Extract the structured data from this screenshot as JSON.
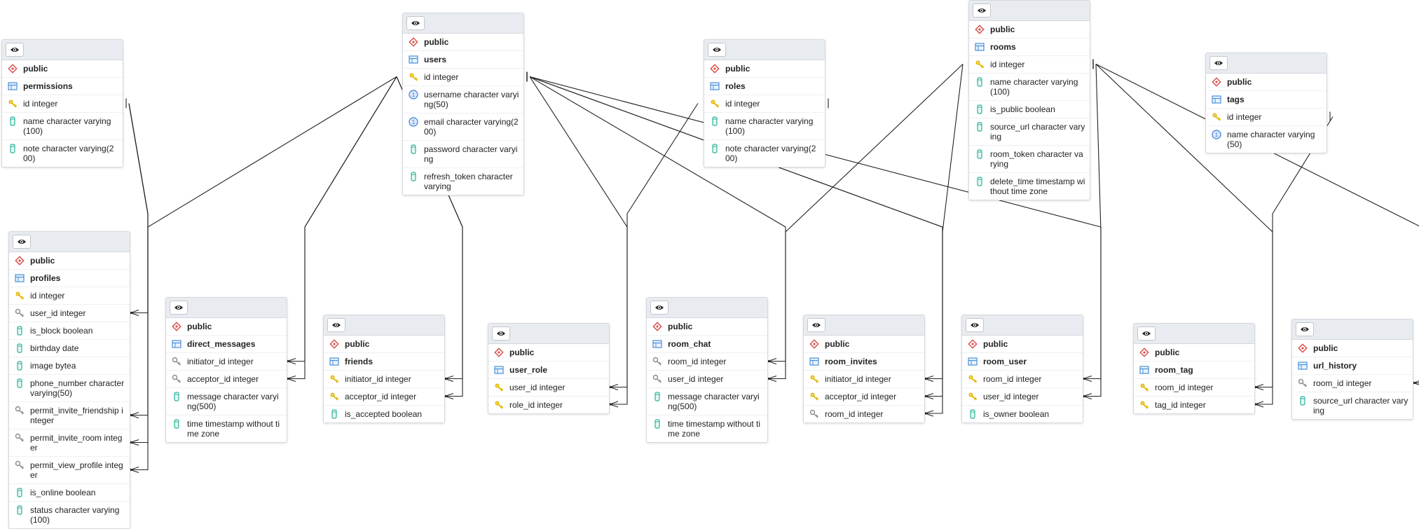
{
  "tables": [
    {
      "id": "permissions",
      "schema": "public",
      "name": "permissions",
      "columns": [
        {
          "label": "id integer",
          "icon": "primary-key-icon"
        },
        {
          "label": "name character varying(100)",
          "icon": "column-icon"
        },
        {
          "label": "note character varying(200)",
          "icon": "column-icon"
        }
      ]
    },
    {
      "id": "users",
      "schema": "public",
      "name": "users",
      "columns": [
        {
          "label": "id integer",
          "icon": "primary-key-icon"
        },
        {
          "label": "username character varying(50)",
          "icon": "unique-key-icon"
        },
        {
          "label": "email character varying(200)",
          "icon": "unique-key-icon"
        },
        {
          "label": "password character varying",
          "icon": "column-icon"
        },
        {
          "label": "refresh_token character varying",
          "icon": "column-icon"
        }
      ]
    },
    {
      "id": "roles",
      "schema": "public",
      "name": "roles",
      "columns": [
        {
          "label": "id integer",
          "icon": "primary-key-icon"
        },
        {
          "label": "name character varying(100)",
          "icon": "column-icon"
        },
        {
          "label": "note character varying(200)",
          "icon": "column-icon"
        }
      ]
    },
    {
      "id": "rooms",
      "schema": "public",
      "name": "rooms",
      "columns": [
        {
          "label": "id integer",
          "icon": "primary-key-icon"
        },
        {
          "label": "name character varying(100)",
          "icon": "column-icon"
        },
        {
          "label": "is_public boolean",
          "icon": "column-icon"
        },
        {
          "label": "source_url character varying",
          "icon": "column-icon"
        },
        {
          "label": "room_token character varying",
          "icon": "column-icon"
        },
        {
          "label": "delete_time timestamp without time zone",
          "icon": "column-icon"
        }
      ]
    },
    {
      "id": "tags",
      "schema": "public",
      "name": "tags",
      "columns": [
        {
          "label": "id integer",
          "icon": "primary-key-icon"
        },
        {
          "label": "name character varying(50)",
          "icon": "unique-key-icon"
        }
      ]
    },
    {
      "id": "profiles",
      "schema": "public",
      "name": "profiles",
      "columns": [
        {
          "label": "id integer",
          "icon": "primary-key-icon"
        },
        {
          "label": "user_id integer",
          "icon": "foreign-key-icon"
        },
        {
          "label": "is_block boolean",
          "icon": "column-icon"
        },
        {
          "label": "birthday date",
          "icon": "column-icon"
        },
        {
          "label": "image bytea",
          "icon": "column-icon"
        },
        {
          "label": "phone_number character varying(50)",
          "icon": "column-icon"
        },
        {
          "label": "permit_invite_friendship integer",
          "icon": "foreign-key-icon"
        },
        {
          "label": "permit_invite_room integer",
          "icon": "foreign-key-icon"
        },
        {
          "label": "permit_view_profile integer",
          "icon": "foreign-key-icon"
        },
        {
          "label": "is_online boolean",
          "icon": "column-icon"
        },
        {
          "label": "status character varying(100)",
          "icon": "column-icon"
        }
      ]
    },
    {
      "id": "direct_messages",
      "schema": "public",
      "name": "direct_messages",
      "columns": [
        {
          "label": "initiator_id integer",
          "icon": "foreign-key-icon"
        },
        {
          "label": "acceptor_id integer",
          "icon": "foreign-key-icon"
        },
        {
          "label": "message character varying(500)",
          "icon": "column-icon"
        },
        {
          "label": "time timestamp without time zone",
          "icon": "column-icon"
        }
      ]
    },
    {
      "id": "friends",
      "schema": "public",
      "name": "friends",
      "columns": [
        {
          "label": "initiator_id integer",
          "icon": "primary-key-icon"
        },
        {
          "label": "acceptor_id integer",
          "icon": "primary-key-icon"
        },
        {
          "label": "is_accepted boolean",
          "icon": "column-icon"
        }
      ]
    },
    {
      "id": "user_role",
      "schema": "public",
      "name": "user_role",
      "columns": [
        {
          "label": "user_id integer",
          "icon": "primary-key-icon"
        },
        {
          "label": "role_id integer",
          "icon": "primary-key-icon"
        }
      ]
    },
    {
      "id": "room_chat",
      "schema": "public",
      "name": "room_chat",
      "columns": [
        {
          "label": "room_id integer",
          "icon": "foreign-key-icon"
        },
        {
          "label": "user_id integer",
          "icon": "foreign-key-icon"
        },
        {
          "label": "message character varying(500)",
          "icon": "column-icon"
        },
        {
          "label": "time timestamp without time zone",
          "icon": "column-icon"
        }
      ]
    },
    {
      "id": "room_invites",
      "schema": "public",
      "name": "room_invites",
      "columns": [
        {
          "label": "initiator_id integer",
          "icon": "primary-key-icon"
        },
        {
          "label": "acceptor_id integer",
          "icon": "primary-key-icon"
        },
        {
          "label": "room_id integer",
          "icon": "foreign-key-icon"
        }
      ]
    },
    {
      "id": "room_user",
      "schema": "public",
      "name": "room_user",
      "columns": [
        {
          "label": "room_id integer",
          "icon": "primary-key-icon"
        },
        {
          "label": "user_id integer",
          "icon": "primary-key-icon"
        },
        {
          "label": "is_owner boolean",
          "icon": "column-icon"
        }
      ]
    },
    {
      "id": "room_tag",
      "schema": "public",
      "name": "room_tag",
      "columns": [
        {
          "label": "room_id integer",
          "icon": "primary-key-icon"
        },
        {
          "label": "tag_id integer",
          "icon": "primary-key-icon"
        }
      ]
    },
    {
      "id": "url_history",
      "schema": "public",
      "name": "url_history",
      "columns": [
        {
          "label": "room_id integer",
          "icon": "foreign-key-icon"
        },
        {
          "label": "source_url character varying",
          "icon": "column-icon"
        }
      ]
    }
  ],
  "colors": {
    "schema_icon": "#d9534f",
    "table_icon": "#4a90d9",
    "primary_key": "#e6b800",
    "unique_key": "#3a7bd5",
    "foreign_key": "#8a8a8a",
    "column": "#2bb39b"
  }
}
